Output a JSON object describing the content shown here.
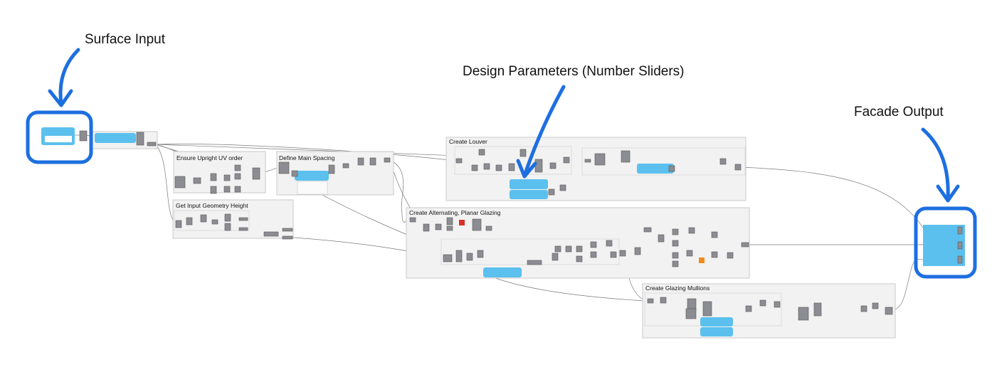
{
  "callouts": {
    "surface_input": "Surface Input",
    "design_parameters": "Design Parameters (Number Sliders)",
    "facade_output": "Facade Output"
  },
  "groups": {
    "uv_order": "Ensure Upright UV order",
    "main_spacing": "Define Main Spacing",
    "geometry_height": "Get Input Geometry Height",
    "louver": "Create Louver",
    "glazing": "Create Alternating, Planar Glazing",
    "mullions": "Create Glazing Mullions"
  },
  "colors": {
    "highlight": "#1d6fe0",
    "slider": "#5bc0ee",
    "group_bg": "#f2f2f2",
    "node": "#8c8c93"
  }
}
